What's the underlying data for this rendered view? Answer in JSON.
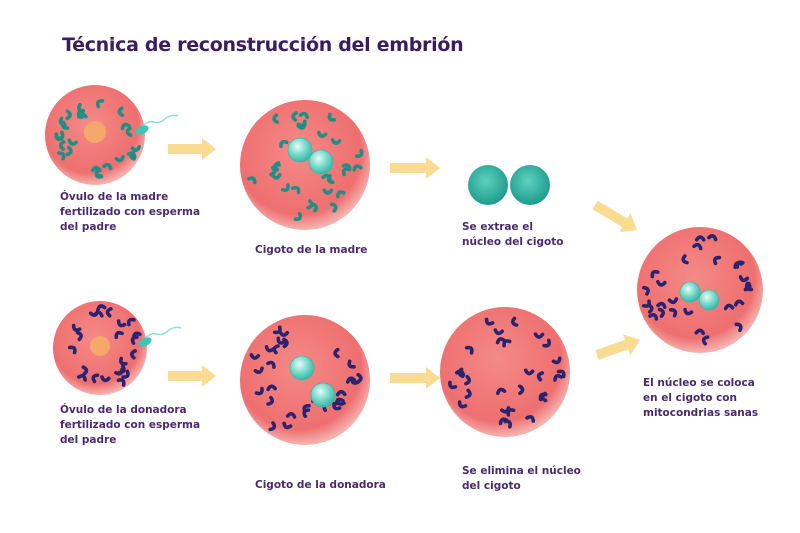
{
  "title": "Técnica de reconstrucción del embrión",
  "colors": {
    "cell": "#f07878",
    "mito_mother": "#1f8f86",
    "mito_donor": "#2a2370",
    "nucleus_egg": "#f6a86a",
    "nucleus": "#5fd3c4",
    "arrow": "#f9dc92",
    "text": "#3b1d5e"
  },
  "labels": {
    "mother_egg": [
      "Óvulo de la madre",
      "fertilizado con esperma",
      "del padre"
    ],
    "mother_zygote": [
      "Cigoto de la madre"
    ],
    "extract": [
      "Se extrae el",
      "núcleo del cigoto"
    ],
    "donor_egg": [
      "Óvulo de la donadora",
      "fertilizado con esperma",
      "del padre"
    ],
    "donor_zygote": [
      "Cigoto de la donadora"
    ],
    "remove": [
      "Se elimina el núcleo",
      "del cigoto"
    ],
    "result": [
      "El núcleo se coloca",
      "en el cigoto con",
      "mitocondrias sanas"
    ]
  }
}
